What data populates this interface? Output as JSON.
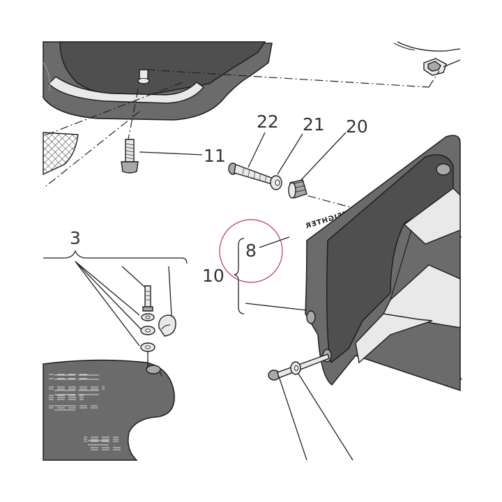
{
  "colors": {
    "panel": "#6b6b6b",
    "panel_dark": "#4f4f4f",
    "line": "#222222",
    "highlight_circle": "#b5384a"
  },
  "callouts": {
    "c22": "22",
    "c21": "21",
    "c20": "20",
    "c11": "11",
    "c3": "3",
    "c8": "8",
    "c10": "10"
  },
  "decal": {
    "text": "STREETFIGHTER"
  }
}
